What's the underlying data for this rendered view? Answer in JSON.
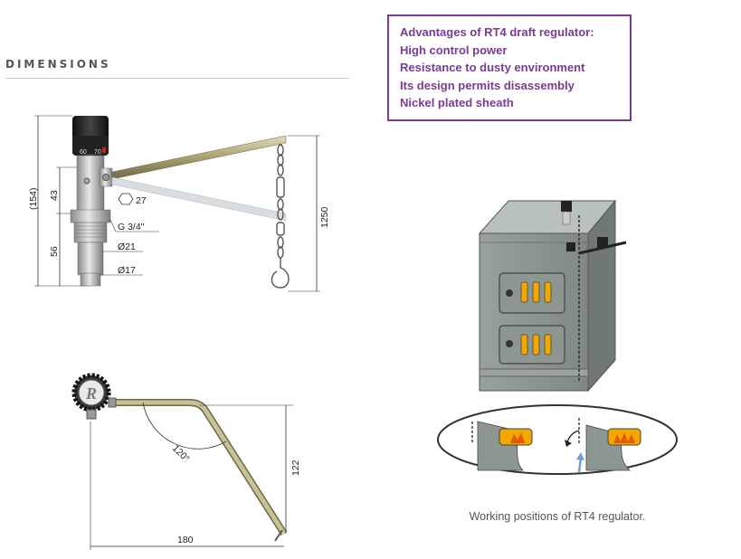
{
  "section": {
    "title": "DIMENSIONS"
  },
  "advantages": {
    "heading": "Advantages of RT4 draft regulator:",
    "items": [
      "High control power",
      "Resistance to dusty environment",
      "Its design permits disassembly",
      "Nickel plated sheath"
    ]
  },
  "drawing_top": {
    "total_height": "(154)",
    "upper_height": "43",
    "lower_height": "56",
    "hex_size": "27",
    "thread": "G 3/4\"",
    "diameter_1": "Ø21",
    "diameter_2": "Ø17",
    "chain_length": "1250",
    "dial_marks": [
      "60",
      "70"
    ]
  },
  "drawing_bottom": {
    "angle": "120°",
    "height": "122",
    "width": "180",
    "logo_letter": "R"
  },
  "caption": "Working positions of RT4 regulator.",
  "colors": {
    "accent": "#7b3a96",
    "rod": "#b8b085",
    "boiler": "#8c9590"
  }
}
